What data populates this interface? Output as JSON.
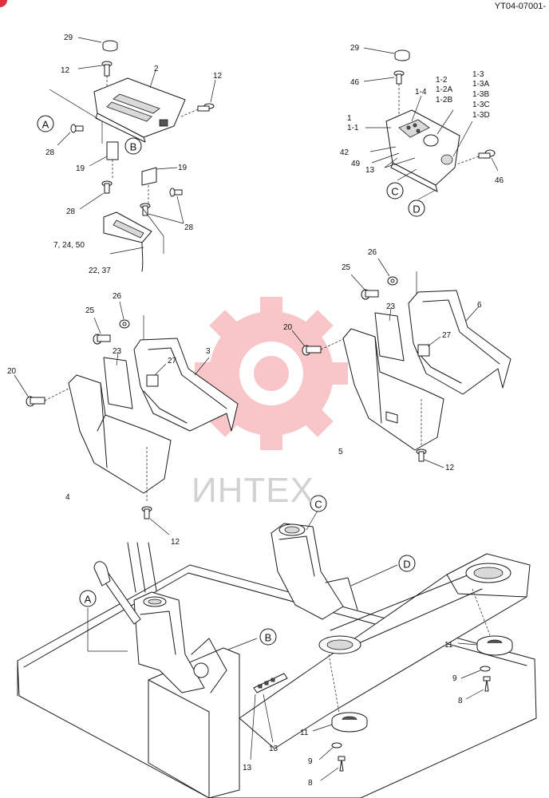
{
  "header": {
    "doc_code": "YT04-07001-"
  },
  "watermark": {
    "text": "ИНТЕХ",
    "color": "#e8323c"
  },
  "colors": {
    "line": "#1a1a1a",
    "badge": "#e0323c",
    "watermark_text": "#c8c8c8"
  },
  "refs": [
    "A",
    "B",
    "C",
    "D"
  ],
  "parts": {
    "p29a": "29",
    "p12a": "12",
    "p2": "2",
    "p12b": "12",
    "p28a": "28",
    "p19a": "19",
    "p19b": "19",
    "p28b": "28",
    "p28c": "28",
    "p7": "7, 24, 50",
    "p22": "22, 37",
    "p29b": "29",
    "p46a": "46",
    "p14": "1-4",
    "p12x": "1-2",
    "p12A": "1-2A",
    "p12B": "1-2B",
    "p13x": "1-3",
    "p13A": "1-3A",
    "p13B": "1-3B",
    "p13C": "1-3C",
    "p13D": "1-3D",
    "p1": "1",
    "p11x": "1-1",
    "p42": "42",
    "p49": "49",
    "p13t": "13",
    "p46b": "46",
    "p26a": "26",
    "p25a": "25",
    "p23a": "23",
    "p3": "3",
    "p20a": "20",
    "p27a": "27",
    "p4": "4",
    "p12c": "12",
    "p25b": "25",
    "p26b": "26",
    "p23b": "23",
    "p6": "6",
    "p20b": "20",
    "p27b": "27",
    "p5": "5",
    "p12d": "12",
    "p11a": "11",
    "p9a": "9",
    "p8a": "8",
    "p11b": "11",
    "p9b": "9",
    "p8b": "8",
    "p13b1": "13",
    "p13b2": "13"
  }
}
